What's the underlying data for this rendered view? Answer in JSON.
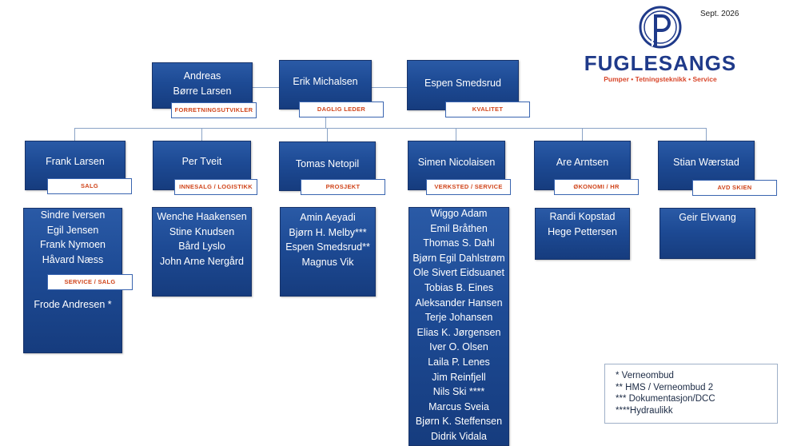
{
  "date": "Sept. 2026",
  "logo": {
    "brand": "FUGLESANGS",
    "tagline_1": "Pumper",
    "tagline_2": "Tetningsteknikk",
    "tagline_3": "Service",
    "brand_color": "#1f3a8a",
    "tagline_color": "#d8462a"
  },
  "leadership": [
    {
      "name": "Andreas Børre Larsen",
      "line1": "Andreas",
      "line2": "Børre Larsen",
      "role": "FORRETNINGSUTVIKLER"
    },
    {
      "name": "Erik Michalsen",
      "role": "DAGLIG LEDER"
    },
    {
      "name": "Espen Smedsrud",
      "role": "KVALITET"
    }
  ],
  "departments": [
    {
      "head": "Frank Larsen",
      "role": "SALG",
      "members": [
        "Sindre Iversen",
        "Egil Jensen",
        "Frank Nymoen",
        "Håvard Næss"
      ],
      "sub_role": "SERVICE / SALG",
      "sub_members": [
        "Frode Andresen *"
      ]
    },
    {
      "head": "Per Tveit",
      "role": "INNESALG / LOGISTIKK",
      "members": [
        "Wenche Haakensen",
        "Stine Knudsen",
        "Bård Lyslo",
        "John Arne Nergård"
      ]
    },
    {
      "head": "Tomas Netopil",
      "role": "PROSJEKT",
      "members": [
        "Amin Aeyadi",
        "Bjørn H. Melby***",
        "Espen Smedsrud**",
        "Magnus Vik"
      ]
    },
    {
      "head": "Simen Nicolaisen",
      "role": "VERKSTED / SERVICE",
      "members": [
        "Wiggo Adam",
        "Emil Bråthen",
        "Thomas S. Dahl",
        "Bjørn Egil Dahlstrøm",
        "Ole Sivert Eidsuanet",
        "Tobias B. Eines",
        "Aleksander Hansen",
        "Terje Johansen",
        "Elias K. Jørgensen",
        "Iver O. Olsen",
        "Laila P. Lenes",
        "Jim Reinfjell",
        "Nils Ski ****",
        "Marcus Sveia",
        "Bjørn K. Steffensen",
        "Didrik Vidala"
      ]
    },
    {
      "head": "Are Arntsen",
      "role": "ØKONOMI / HR",
      "members": [
        "Randi Kopstad",
        "Hege Pettersen"
      ]
    },
    {
      "head": "Stian Wærstad",
      "role": "AVD SKIEN",
      "members": [
        "Geir Elvvang"
      ]
    }
  ],
  "legend": [
    "* Verneombud",
    "** HMS / Verneombud 2",
    "*** Dokumentasjon/DCC",
    "****Hydraulikk"
  ]
}
